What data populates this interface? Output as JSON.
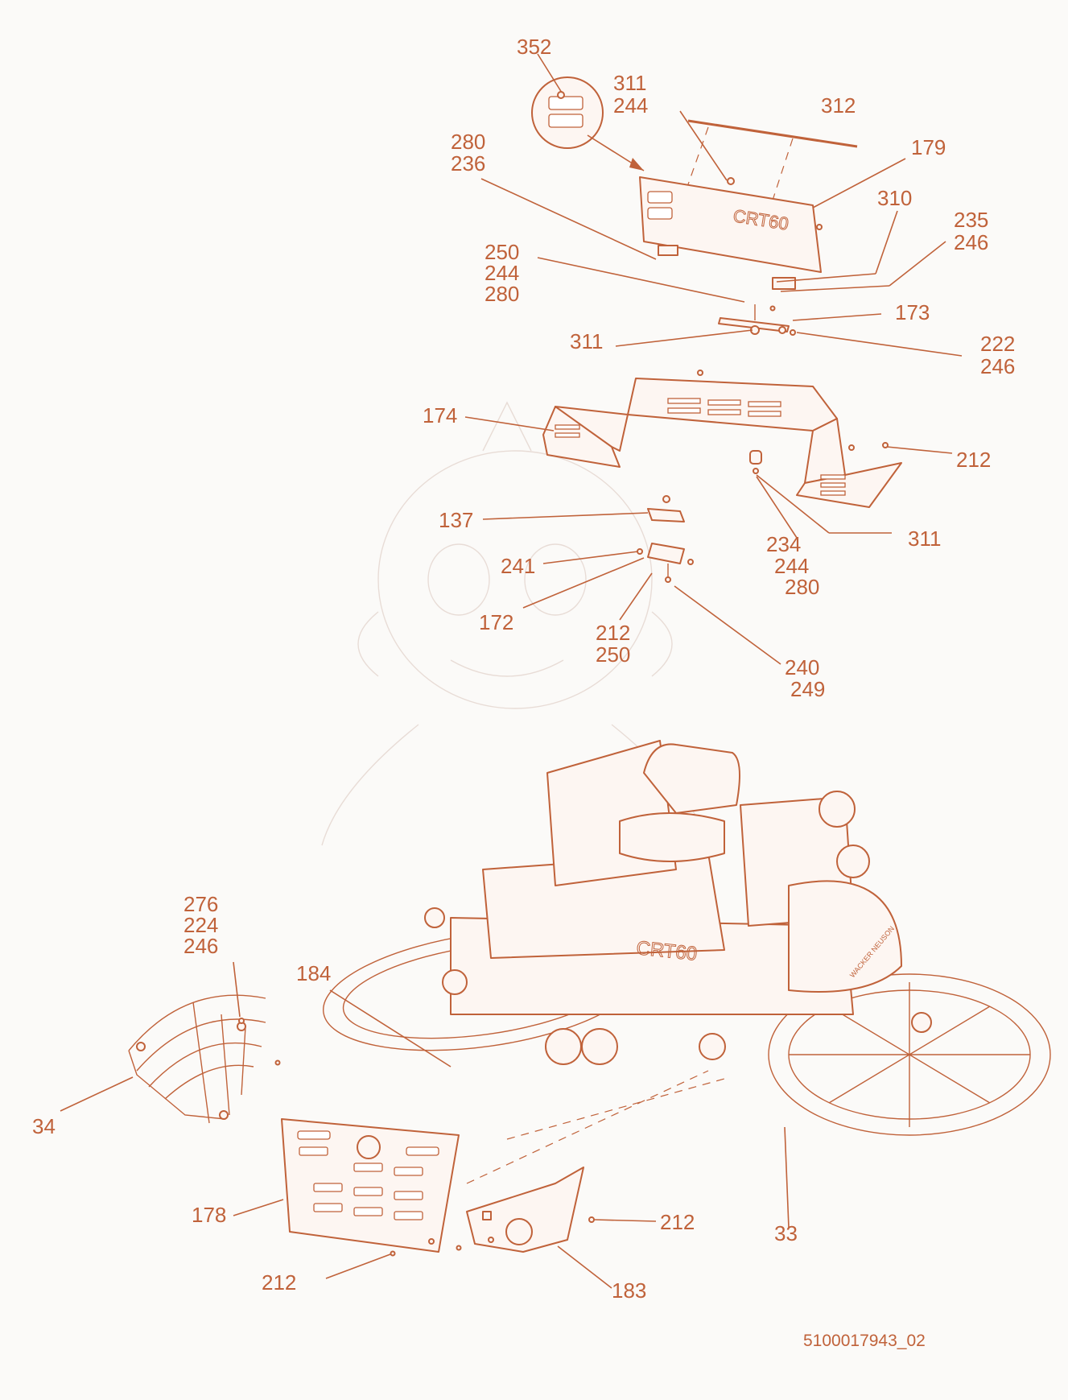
{
  "drawing": {
    "document_number": "5100017943_02",
    "model_badge": "CRT60",
    "brand_logo": "WACKER NEUSON",
    "part_callouts": [
      {
        "id": "c352",
        "lines": [
          "352"
        ]
      },
      {
        "id": "c311_244_top",
        "lines": [
          "311",
          "244"
        ]
      },
      {
        "id": "c312",
        "lines": [
          "312"
        ]
      },
      {
        "id": "c280_236",
        "lines": [
          "280",
          "236"
        ]
      },
      {
        "id": "c179",
        "lines": [
          "179"
        ]
      },
      {
        "id": "c310",
        "lines": [
          "310"
        ]
      },
      {
        "id": "c235_246",
        "lines": [
          "235",
          "246"
        ]
      },
      {
        "id": "c250_244_280",
        "lines": [
          "250",
          "244",
          "280"
        ]
      },
      {
        "id": "c173",
        "lines": [
          "173"
        ]
      },
      {
        "id": "c311_mid",
        "lines": [
          "311"
        ]
      },
      {
        "id": "c222_246",
        "lines": [
          "222",
          "246"
        ]
      },
      {
        "id": "c174",
        "lines": [
          "174"
        ]
      },
      {
        "id": "c212_right",
        "lines": [
          "212"
        ]
      },
      {
        "id": "c137",
        "lines": [
          "137"
        ]
      },
      {
        "id": "c234_244_280",
        "lines": [
          "234",
          "244",
          "280"
        ]
      },
      {
        "id": "c311_low",
        "lines": [
          "311"
        ]
      },
      {
        "id": "c241",
        "lines": [
          "241"
        ]
      },
      {
        "id": "c172",
        "lines": [
          "172"
        ]
      },
      {
        "id": "c212_250",
        "lines": [
          "212",
          "250"
        ]
      },
      {
        "id": "c240_249",
        "lines": [
          "240",
          "249"
        ]
      },
      {
        "id": "c276_224_246",
        "lines": [
          "276",
          "224",
          "246"
        ]
      },
      {
        "id": "c184",
        "lines": [
          "184"
        ]
      },
      {
        "id": "c34",
        "lines": [
          "34"
        ]
      },
      {
        "id": "c178",
        "lines": [
          "178"
        ]
      },
      {
        "id": "c212_front",
        "lines": [
          "212"
        ]
      },
      {
        "id": "c33",
        "lines": [
          "33"
        ]
      },
      {
        "id": "c212_bottom",
        "lines": [
          "212"
        ]
      },
      {
        "id": "c183",
        "lines": [
          "183"
        ]
      }
    ]
  },
  "colors": {
    "line_art": "#c0623a",
    "background": "#fbfaf8",
    "watermark": "#e8dcd6"
  }
}
